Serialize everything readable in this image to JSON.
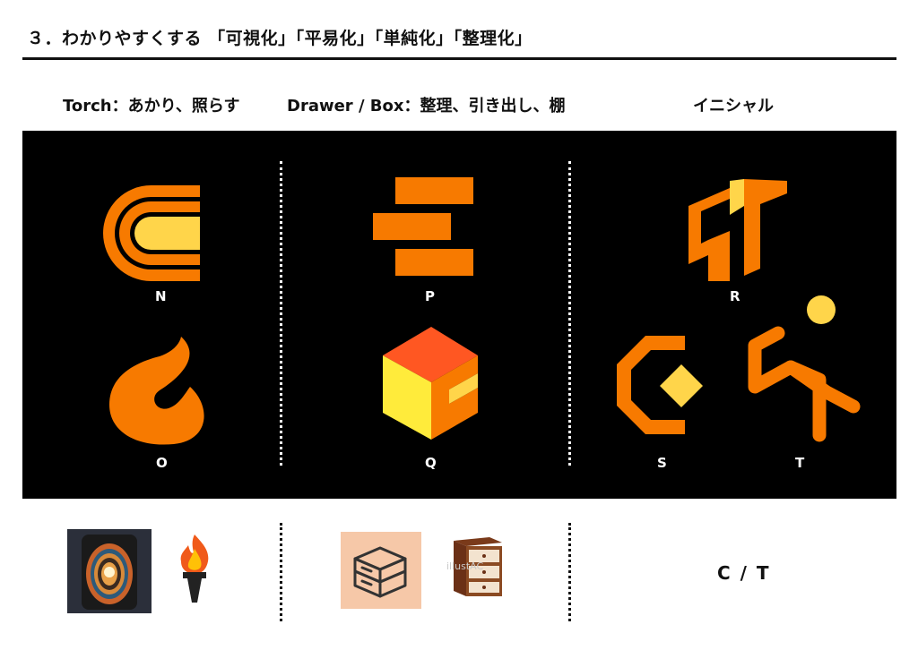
{
  "header": {
    "title": "３．わかりやすくする 「可視化」「平易化」「単純化」「整理化」"
  },
  "columns": [
    {
      "label": "Torch：あかり、照らす"
    },
    {
      "label": "Drawer / Box：整理、引き出し、棚"
    },
    {
      "label": "イニシャル"
    }
  ],
  "logos": [
    {
      "letter": "N",
      "icon": "nested-arcs-logo"
    },
    {
      "letter": "O",
      "icon": "flame-swirl-logo"
    },
    {
      "letter": "P",
      "icon": "stacked-bars-logo"
    },
    {
      "letter": "Q",
      "icon": "isometric-cube-logo"
    },
    {
      "letter": "R",
      "icon": "angular-ct-logo"
    },
    {
      "letter": "S",
      "icon": "octagon-c-diamond-logo"
    },
    {
      "letter": "T",
      "icon": "figure-t-logo"
    }
  ],
  "references": {
    "torch": [
      "phone-tunnel-image",
      "torch-icon"
    ],
    "drawer": [
      "drawer-box-icon",
      "chest-of-drawers-image"
    ],
    "drawer_watermark": "illustAC",
    "initials": "C / T"
  },
  "colors": {
    "orange": "#F77A00",
    "yellow": "#FFD54A",
    "panel": "#000000"
  }
}
